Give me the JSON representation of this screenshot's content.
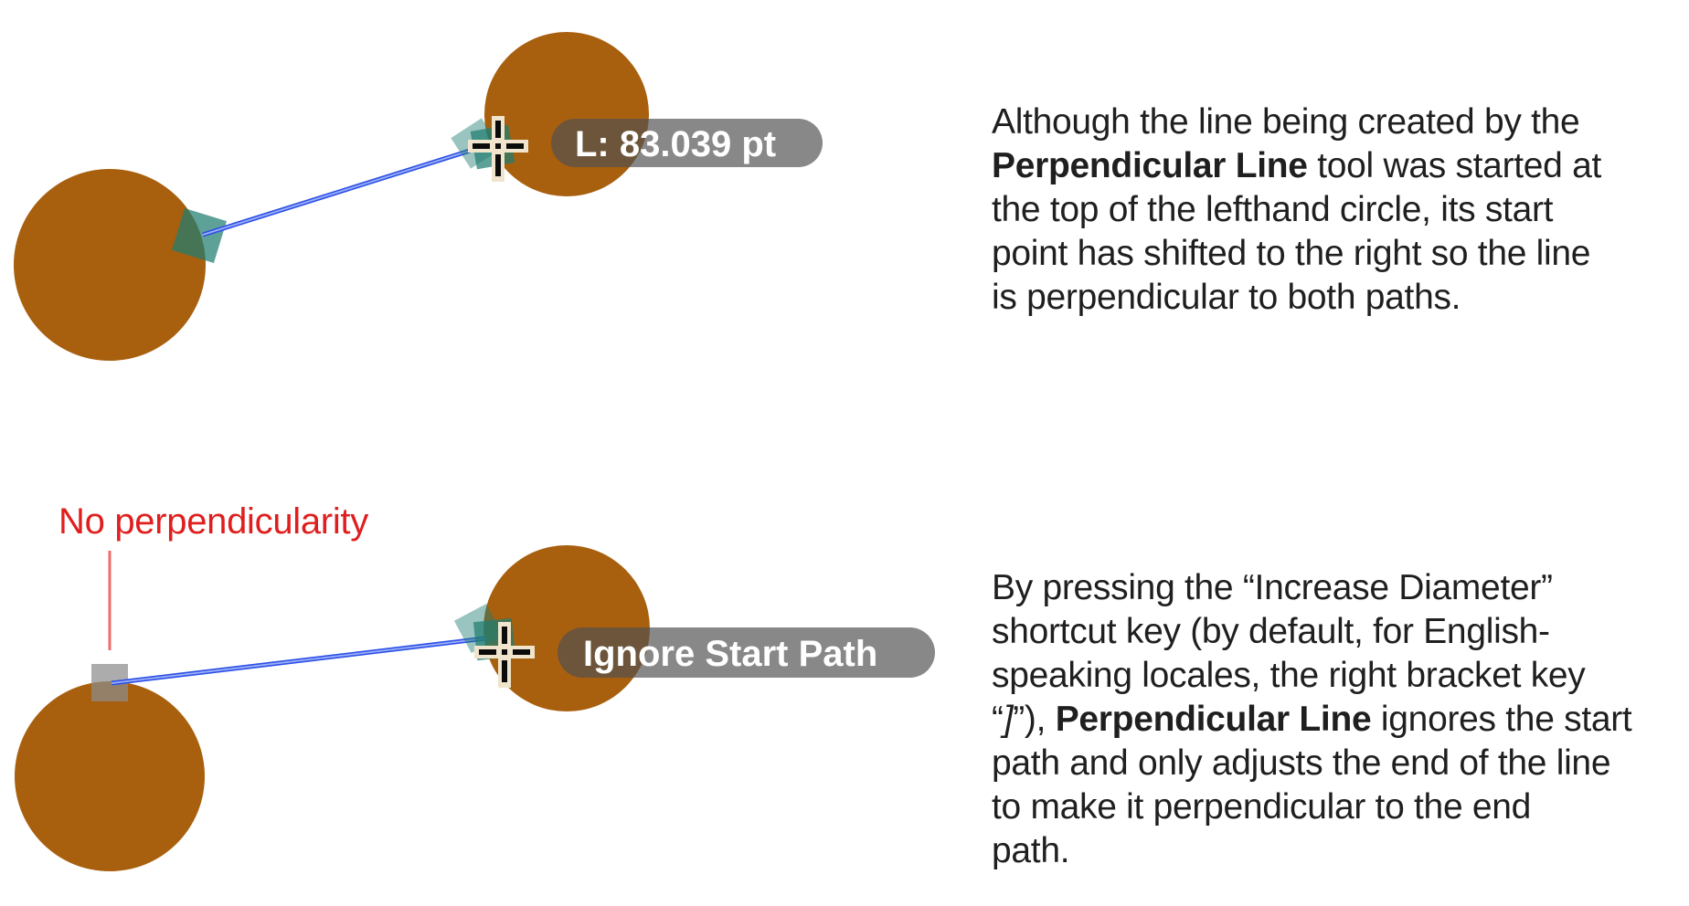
{
  "colors": {
    "canvas_bg": "#FFFFFF",
    "circle_brown": "#A8600F",
    "node_teal": "rgba(32,125,114,0.72)",
    "node_teal_light": "rgba(32,125,114,0.45)",
    "preview_line_blue": "#2B50E8",
    "preview_line_highlight": "rgba(255,255,255,0.55)",
    "tooltip_gray": "rgba(80,80,80,0.68)",
    "tooltip_text_white": "#FFFFFF",
    "annotation_red": "#DF1F1F",
    "annotation_line_red": "#F26B6B",
    "node_gray": "rgba(140,140,140,0.72)",
    "crosshair_black": "#0B0B0B",
    "crosshair_cream": "#F0E5CC",
    "body_text": "#1F1F1F"
  },
  "figure1": {
    "tooltip_label": "L: 83.039 pt",
    "caption": {
      "line1": "Although the line being created by the",
      "line2_bold": "Perpendicular Line",
      "line2_rest": " tool was started at",
      "line3": "the top of the lefthand circle, its start",
      "line4": "point has shifted to the right so the line",
      "line5": "is perpendicular to both paths."
    }
  },
  "figure2": {
    "annotation_label": "No perpendicularity",
    "tooltip_label": "Ignore Start Path",
    "caption": {
      "line1": "By pressing the “Increase Diameter”",
      "line2": "shortcut key (by default, for English-",
      "line3": "speaking locales, the right bracket key",
      "line4_pre": "“",
      "line4_italic": "]",
      "line4_mid": "”), ",
      "line4_bold": "Perpendicular Line",
      "line4_rest": " ignores the start",
      "line5": "path and only adjusts the end of the line",
      "line6": "to make it perpendicular to the end",
      "line7": "path."
    }
  }
}
